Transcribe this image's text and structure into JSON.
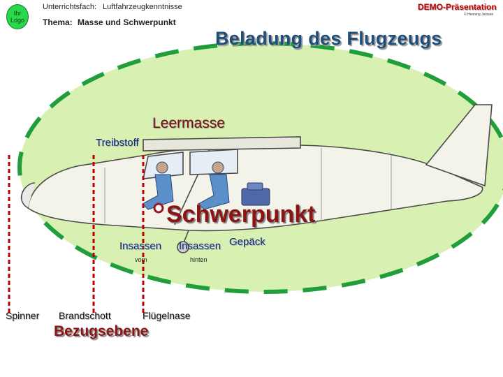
{
  "header": {
    "logo_line1": "Ihr",
    "logo_line2": "Logo",
    "subject_label": "Unterrichtsfach:",
    "subject_value": "Luftfahrzeugkenntnisse",
    "topic_label": "Thema:",
    "topic_value": "Masse und Schwerpunkt",
    "demo": "DEMO-Präsentation",
    "copyright": "© Henning Jeinsen"
  },
  "title": "Beladung des Flugzeugs",
  "labels": {
    "leermasse": "Leermasse",
    "treibstoff": "Treibstoff",
    "schwerpunkt": "Schwerpunkt",
    "insassen_vorn": "Insassen",
    "vorn": "vorn",
    "insassen_hinten": "Insassen",
    "hinten": "hinten",
    "gepaeck": "Gepäck",
    "spinner": "Spinner",
    "brandschott": "Brandschott",
    "fluegelnase": "Flügelnase",
    "bezugsebene": "Bezugsebene"
  },
  "colors": {
    "ellipse_fill": "#d9f0b3",
    "ellipse_stroke": "#1f9e3a",
    "dashed_red": "#c00000",
    "title_blue": "#1f4e79",
    "logo_green": "#29d84c"
  }
}
